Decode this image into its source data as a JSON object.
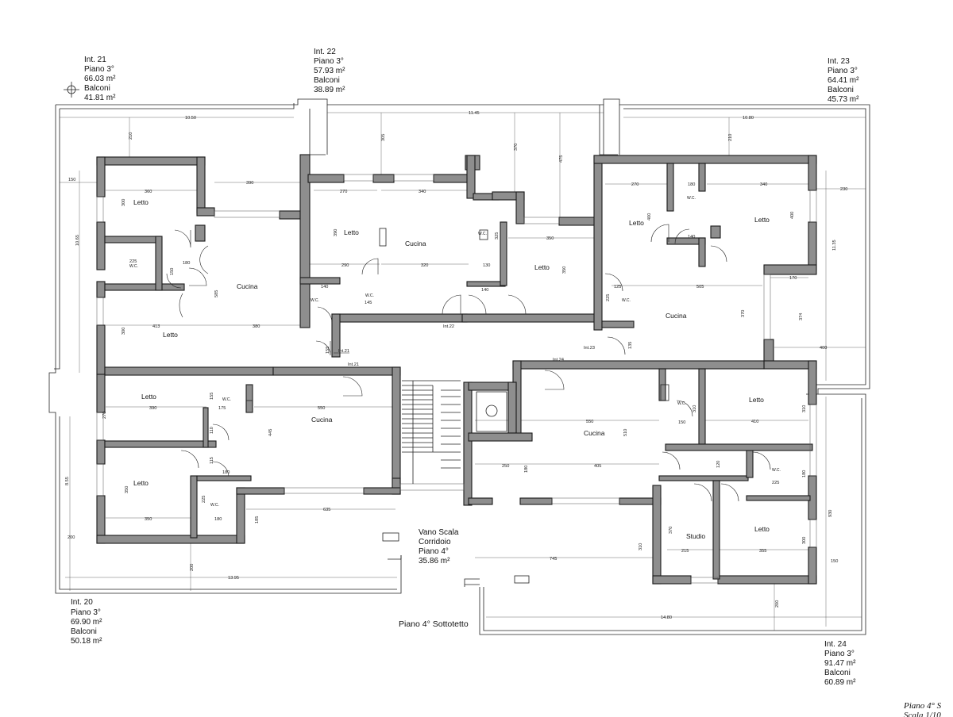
{
  "units": [
    {
      "id": "int21",
      "lines": [
        "Int. 21",
        "Piano 3°",
        "66.03 m²",
        "Balconi",
        "41.81 m²"
      ]
    },
    {
      "id": "int22",
      "lines": [
        "Int. 22",
        "Piano 3°",
        "57.93 m²",
        "Balconi",
        "38.89 m²"
      ]
    },
    {
      "id": "int23",
      "lines": [
        "Int. 23",
        "Piano 3°",
        "64.41 m²",
        "Balconi",
        "45.73 m²"
      ]
    },
    {
      "id": "int20",
      "lines": [
        "Int. 20",
        "Piano 3°",
        "69.90 m²",
        "Balconi",
        "50.18 m²"
      ]
    },
    {
      "id": "int24",
      "lines": [
        "Int. 24",
        "Piano 3°",
        "91.47 m²",
        "Balconi",
        "60.89 m²"
      ]
    }
  ],
  "stair_block": {
    "lines": [
      "Vano Scala",
      "Corridoio",
      "Piano 4°",
      "35.86 m²"
    ]
  },
  "plan_title": "Piano  4° Sottotetto",
  "corner_note": [
    "Piano 4° S",
    "Scala 1/10"
  ],
  "rooms": {
    "letto": "Letto",
    "cucina": "Cucina",
    "wc": "W.C.",
    "studio": "Studio"
  },
  "entrances": {
    "i20": "Int.20",
    "i21": "Int.21",
    "i22": "Int.22",
    "i23": "Int.23",
    "i24": "Int.24"
  },
  "dims": {
    "d1050": "10.50",
    "d1145": "11.45",
    "d1080": "10.80",
    "d1395": "13.95",
    "d1480": "14.80",
    "d210a": "210",
    "d210b": "210",
    "d305": "305",
    "d370a": "370",
    "d475": "475",
    "d150a": "150",
    "d1065": "10.65",
    "d230a": "230",
    "d1135": "11.35",
    "d360": "360",
    "d390a": "390",
    "d270a": "270",
    "d340a": "340",
    "d270b": "270",
    "d340b": "340",
    "d180a": "180",
    "d300a": "300",
    "d400a": "400",
    "d400b": "400",
    "d225a": "225",
    "d180b": "180",
    "d150b": "150",
    "d585": "585",
    "d290": "290",
    "d320": "320",
    "d350a": "350",
    "d130": "130",
    "d140a": "140",
    "d140b": "140",
    "d325": "325",
    "d125": "125",
    "d505": "505",
    "d170": "170",
    "d370b": "370",
    "d374": "374",
    "d413": "413",
    "d380": "380",
    "d300b": "300",
    "d400c": "400",
    "d135a": "135",
    "d155a": "155",
    "d145": "145",
    "d390b": "390",
    "d270c": "270",
    "d175": "175",
    "d550a": "550",
    "d445": "445",
    "d350b": "350",
    "d180c": "180",
    "d350c": "350",
    "d180d": "180",
    "d225b": "225",
    "d635": "635",
    "d185": "185",
    "d855": "8.55",
    "d200a": "200",
    "d200b": "200",
    "d550b": "550",
    "d510": "510",
    "d250": "250",
    "d405": "405",
    "d180e": "180",
    "d410": "410",
    "d310a": "310",
    "d150c": "150",
    "d120": "120",
    "d225c": "225",
    "d370c": "370",
    "d215": "215",
    "d355": "355",
    "d300c": "300",
    "d745": "745",
    "d310b": "310",
    "d150d": "150",
    "d930": "930",
    "d200c": "200",
    "d115": "115",
    "d110": "110",
    "d155b": "155"
  }
}
